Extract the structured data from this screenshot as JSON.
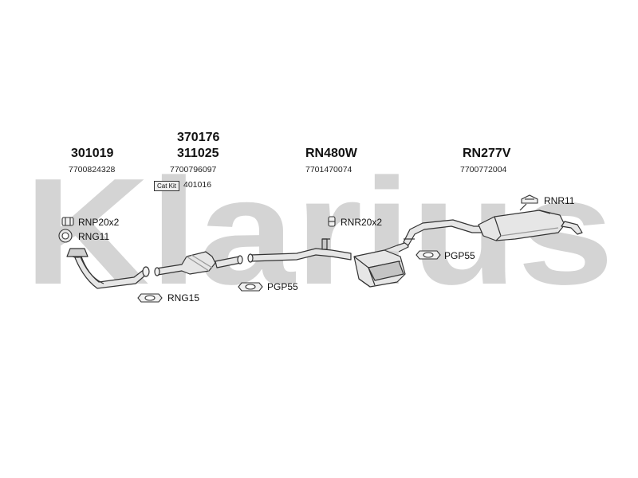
{
  "watermark": {
    "text": "Klarius",
    "color": "#d4d4d4"
  },
  "columns": [
    {
      "part_numbers": [
        "301019"
      ],
      "oem": "7700824328"
    },
    {
      "part_numbers": [
        "370176",
        "311025"
      ],
      "oem": "7700796097",
      "cat_kit": {
        "badge": "Cat Kit",
        "number": "401016"
      }
    },
    {
      "part_numbers": [
        "RN480W"
      ],
      "oem": "7701470074"
    },
    {
      "part_numbers": [
        "RN277V"
      ],
      "oem": "7700772004"
    }
  ],
  "fittings": [
    {
      "label": "RNP20x2",
      "icon": "pipe-clamp-icon"
    },
    {
      "label": "RNG11",
      "icon": "gasket-ring-icon"
    },
    {
      "label": "RNG15",
      "icon": "gasket-ring-icon"
    },
    {
      "label": "PGP55",
      "icon": "pipe-clamp-icon"
    },
    {
      "label": "RNR20x2",
      "icon": "rubber-mount-icon"
    },
    {
      "label": "PGP55",
      "icon": "pipe-clamp-icon"
    },
    {
      "label": "RNR11",
      "icon": "rubber-mount-icon"
    }
  ],
  "colors": {
    "line": "#333333",
    "part_fill": "#e6e6e6",
    "part_shade": "#bdbdbd"
  }
}
